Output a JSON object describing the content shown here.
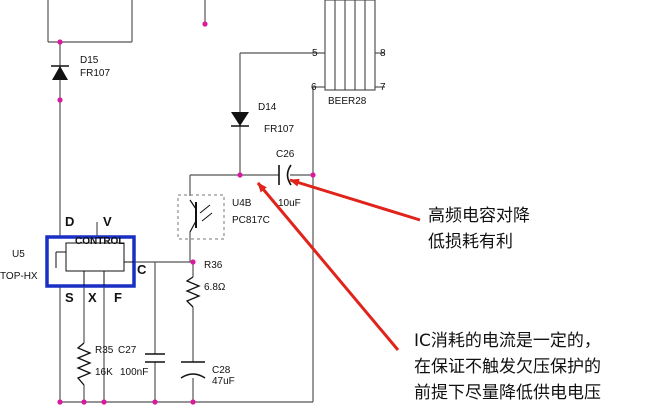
{
  "diagram": {
    "components": {
      "d15": {
        "ref": "D15",
        "value": "FR107"
      },
      "d14": {
        "ref": "D14",
        "value": "FR107"
      },
      "beeper": {
        "ref": "BEER28",
        "pins": [
          "5",
          "8",
          "6",
          "7"
        ]
      },
      "c26": {
        "ref": "C26",
        "value": "10uF"
      },
      "u4b": {
        "ref": "U4B",
        "value": "PC817C"
      },
      "r36": {
        "ref": "R36",
        "value": "6.8Ω"
      },
      "c28": {
        "ref": "C28",
        "value": "47uF"
      },
      "r35": {
        "ref": "R35",
        "value": "16K"
      },
      "c27": {
        "ref": "C27",
        "value": "100nF"
      },
      "u5": {
        "ref": "U5",
        "part": "TOP-HX",
        "block_label": "CONTROL",
        "pins": {
          "d": "D",
          "v": "V",
          "c": "C",
          "s": "S",
          "x": "X",
          "f": "F"
        }
      }
    },
    "annotations": [
      {
        "lines": [
          "高频电容对降",
          "低损耗有利"
        ]
      },
      {
        "lines": [
          "IC消耗的电流是一定的，",
          "在保证不触发欠压保护的",
          "前提下尽量降低供电电压"
        ]
      }
    ],
    "colors": {
      "wire": "#555555",
      "node": "#d81b9c",
      "ic_outline": "#1a2fc4",
      "arrow": "#e0231b",
      "text": "#111111"
    }
  }
}
